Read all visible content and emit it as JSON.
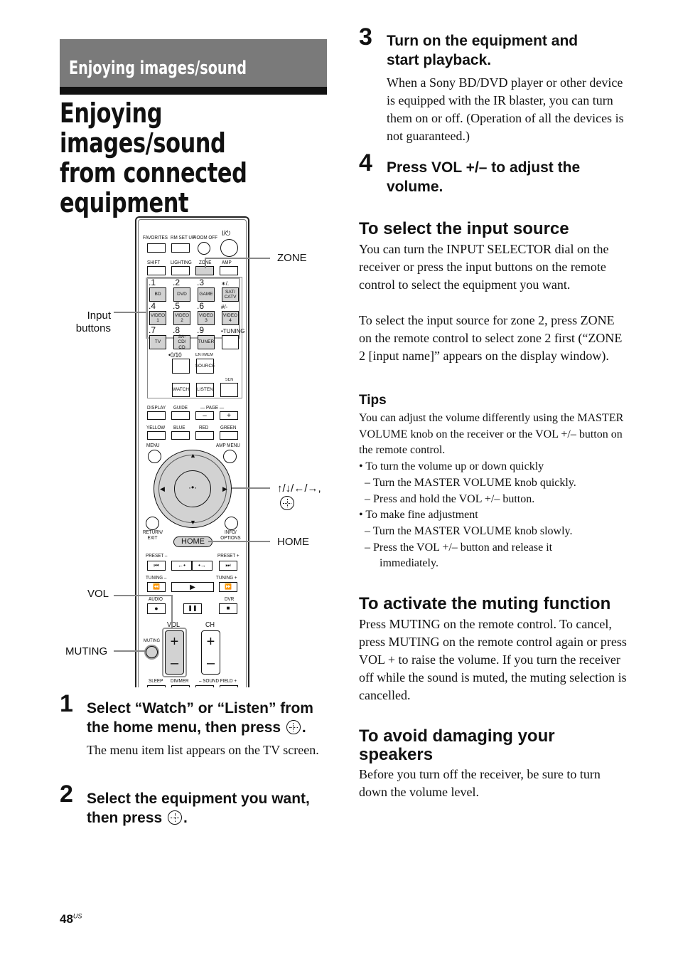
{
  "header": {
    "section": "Enjoying images/sound",
    "title_lines": [
      "Enjoying images/sound",
      "from connected",
      "equipment"
    ]
  },
  "remote": {
    "row1": [
      "FAVORITES",
      "RM SET UP",
      "ROOM OFF",
      "I/⏻"
    ],
    "row2": [
      "SHIFT",
      "LIGHTING",
      "ZONE",
      "AMP"
    ],
    "numbers": [
      ".1",
      ".2",
      ".3",
      "∗/.",
      ".4",
      ".5",
      ".6",
      "#/-",
      ".7",
      ".8",
      ".9",
      "•TUNING"
    ],
    "inputs": [
      "BD",
      "DVD",
      "GAME",
      "SAT/ CATV",
      "VIDEO 1",
      "VIDEO 2",
      "VIDEO 3",
      "VIDEO 4",
      "TV",
      "SA-CD/ CD",
      "TUNER"
    ],
    "zero": "•0/10",
    "entmem": "ENT/MEM",
    "source": "SOURCE",
    "sen": "SEN",
    "watch": "WATCH",
    "listen": "LISTEN",
    "row_disp": [
      "DISPLAY",
      "GUIDE",
      "— PAGE —"
    ],
    "page_minus": "–",
    "page_plus": "+",
    "colors": [
      "YELLOW",
      "BLUE",
      "RED",
      "GREEN"
    ],
    "menu": "MENU",
    "amp_menu": "AMP MENU",
    "return": "RETURN/ EXIT",
    "info": "INFO/ OPTIONS",
    "home": "HOME",
    "preset_minus": "PRESET –",
    "preset_plus": "PRESET +",
    "tuning_minus": "TUNING –",
    "tuning_plus": "TUNING +",
    "audio": "AUDIO",
    "dvr": "DVR",
    "vol": "VOL",
    "ch": "CH",
    "muting": "MUTING",
    "plus": "+",
    "minus": "–",
    "bottom": [
      "SLEEP",
      "DIMMER",
      "– SOUND FIELD +"
    ]
  },
  "callouts": {
    "zone": "ZONE",
    "input": "Input buttons",
    "arrows": "↑/↓/←/→,",
    "home": "HOME",
    "vol": "VOL",
    "muting": "MUTING"
  },
  "steps": [
    {
      "num": "1",
      "head_a": "Select “Watch” or “Listen” from the home menu, then press",
      "head_b": ".",
      "body": "The menu item list appears on the TV screen."
    },
    {
      "num": "2",
      "head_a": "Select the equipment you want, then press",
      "head_b": "."
    },
    {
      "num": "3",
      "head": "Turn on the equipment and start playback.",
      "body": "When a Sony BD/DVD player or other device is equipped with the IR blaster, you can turn them on or off. (Operation of all the devices is not guaranteed.)"
    },
    {
      "num": "4",
      "head": "Press VOL +/– to adjust the volume."
    }
  ],
  "input_source": {
    "heading": "To select the input source",
    "p1": "You can turn the INPUT SELECTOR dial on the receiver or press the input buttons on the remote control to select the equipment you want.",
    "p2": "To select the input source for zone 2, press ZONE on the remote control to select zone 2 first (“ZONE 2 [input name]” appears on the display window)."
  },
  "tips": {
    "heading": "Tips",
    "intro": "You can adjust the volume differently using the MASTER VOLUME knob on the receiver or the VOL +/– button on the remote control.",
    "b1": "• To turn the volume up or down quickly",
    "b1a": "–  Turn the MASTER VOLUME knob quickly.",
    "b1b": "–  Press and hold the VOL +/– button.",
    "b2": "• To make fine adjustment",
    "b2a": "–  Turn the MASTER VOLUME knob slowly.",
    "b2b": "–  Press the VOL +/– button and release it",
    "b2c": "immediately."
  },
  "muting": {
    "heading": "To activate the muting function",
    "body": "Press MUTING on the remote control. To cancel, press MUTING on the remote control again or press VOL + to raise the volume. If you turn the receiver off while the sound is muted, the muting selection is cancelled."
  },
  "speakers": {
    "heading": "To avoid damaging your speakers",
    "body": "Before you turn off the receiver, be sure to turn down the volume level."
  },
  "footer": {
    "page": "48",
    "suffix": "US"
  }
}
